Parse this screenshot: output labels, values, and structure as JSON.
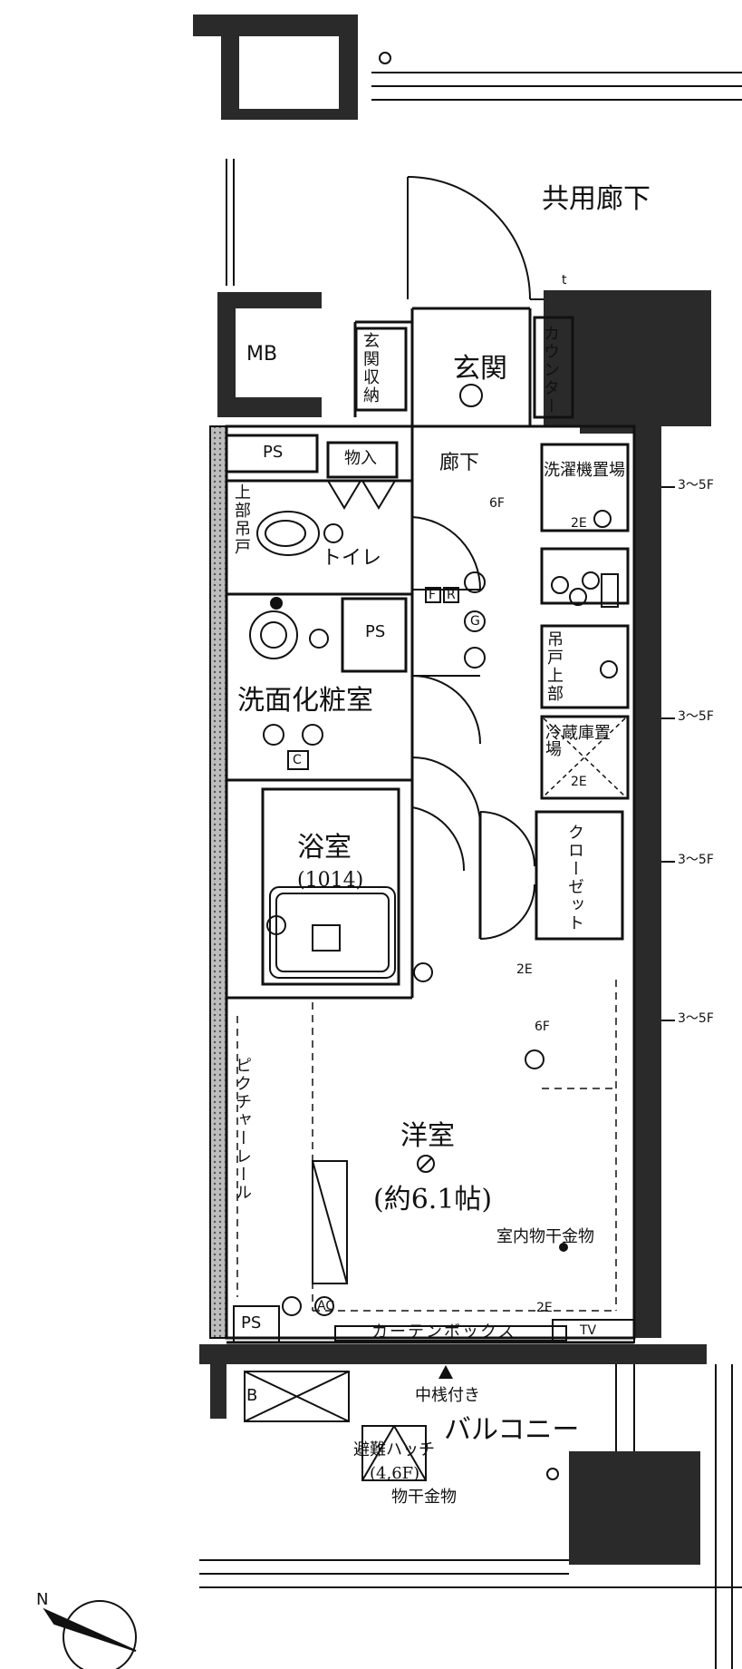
{
  "rooms": {
    "corridor_common": "共用廊下",
    "entrance": "玄関",
    "hall": "廊下",
    "toilet": "トイレ",
    "washroom": "洗面化粧室",
    "bathroom": "浴室",
    "bathroom_size": "(1014)",
    "western_room": "洋室",
    "western_room_size": "(約6.1帖)",
    "balcony": "バルコニー"
  },
  "fixtures": {
    "mb": "MB",
    "ps_top": "PS",
    "ps_mid": "PS",
    "ps_bottom": "PS",
    "storage_small": "物入",
    "entrance_storage": "玄関収納",
    "counter": "カウンター",
    "washer_space": "洗濯機置場",
    "hanging_cabinet_toilet": "上部吊戸",
    "hanging_cabinet_kitchen": "吊戸上部",
    "fridge_space": "冷蔵庫置場",
    "closet": "クローゼット",
    "picture_rail": "ピクチャーレール",
    "curtain_box": "カーテンボックス",
    "indoor_drying": "室内物干金物",
    "mullion_note": "中桟付き",
    "evac_hatch": "避難ハッチ",
    "evac_hatch_floors": "(4,6F)",
    "drying_hardware": "物干金物",
    "box_b": "B"
  },
  "annotations": {
    "floors_1": "3～5F",
    "floors_2": "3～5F",
    "floors_3": "3～5F",
    "floors_4": "3～5F",
    "f6_a": "6F",
    "f6_b": "6F",
    "e2_a": "2E",
    "e2_b": "2E",
    "e2_c": "2E",
    "e2_d": "2E",
    "symbol_f": "F",
    "symbol_r": "R",
    "symbol_g": "G",
    "symbol_c": "C",
    "symbol_ac": "AC",
    "symbol_tv": "TV",
    "symbol_t": "t",
    "compass_n": "N"
  },
  "colors": {
    "wall": "#2a2a2a",
    "line": "#111111",
    "hatch": "#555555"
  }
}
